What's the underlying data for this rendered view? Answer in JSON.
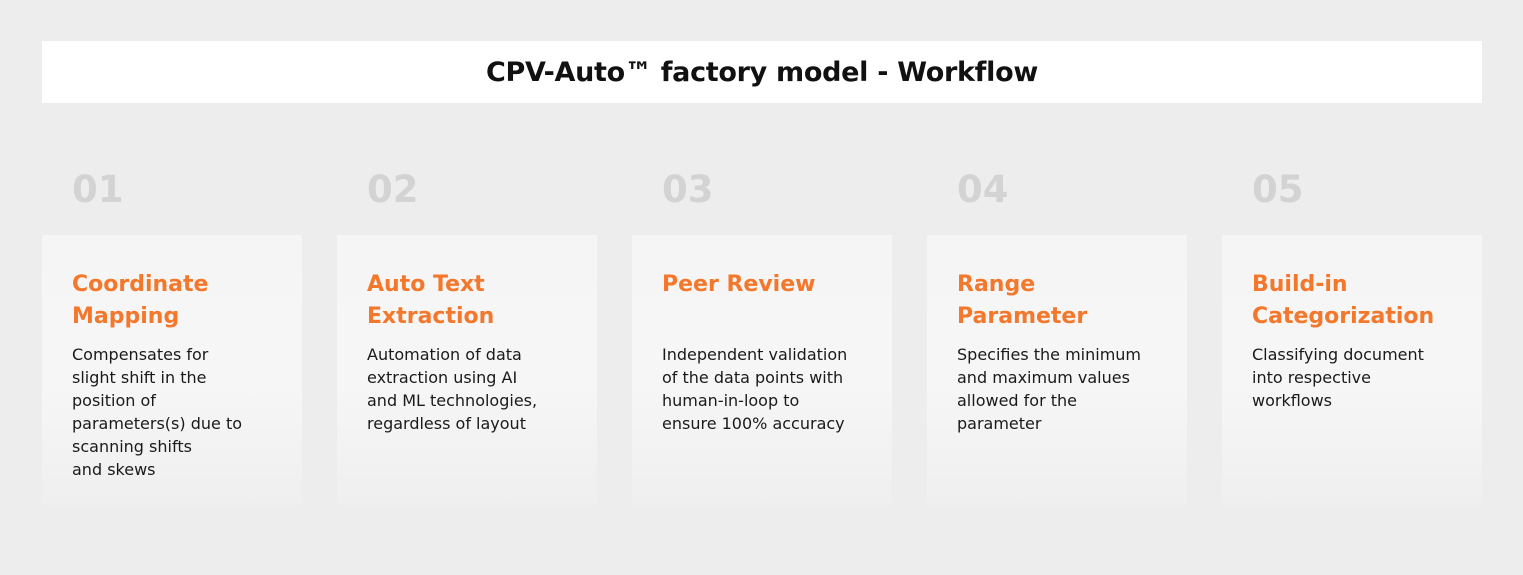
{
  "header": {
    "title": "CPV-Auto™ factory model - Workflow"
  },
  "steps": [
    {
      "number": "01",
      "title": "Coordinate\nMapping",
      "description": "Compensates for\nslight shift in the\nposition of\nparameters(s) due to\nscanning shifts\nand skews"
    },
    {
      "number": "02",
      "title": "Auto Text\nExtraction",
      "description": "Automation of data\nextraction using AI\nand ML technologies,\nregardless of layout"
    },
    {
      "number": "03",
      "title": "Peer Review",
      "description": "Independent validation\nof the data points with\nhuman-in-loop to\nensure 100% accuracy"
    },
    {
      "number": "04",
      "title": "Range\nParameter",
      "description": "Specifies the minimum\nand maximum values\nallowed for the\nparameter"
    },
    {
      "number": "05",
      "title": "Build-in\nCategorization",
      "description": "Classifying document\ninto respective\nworkflows"
    }
  ]
}
